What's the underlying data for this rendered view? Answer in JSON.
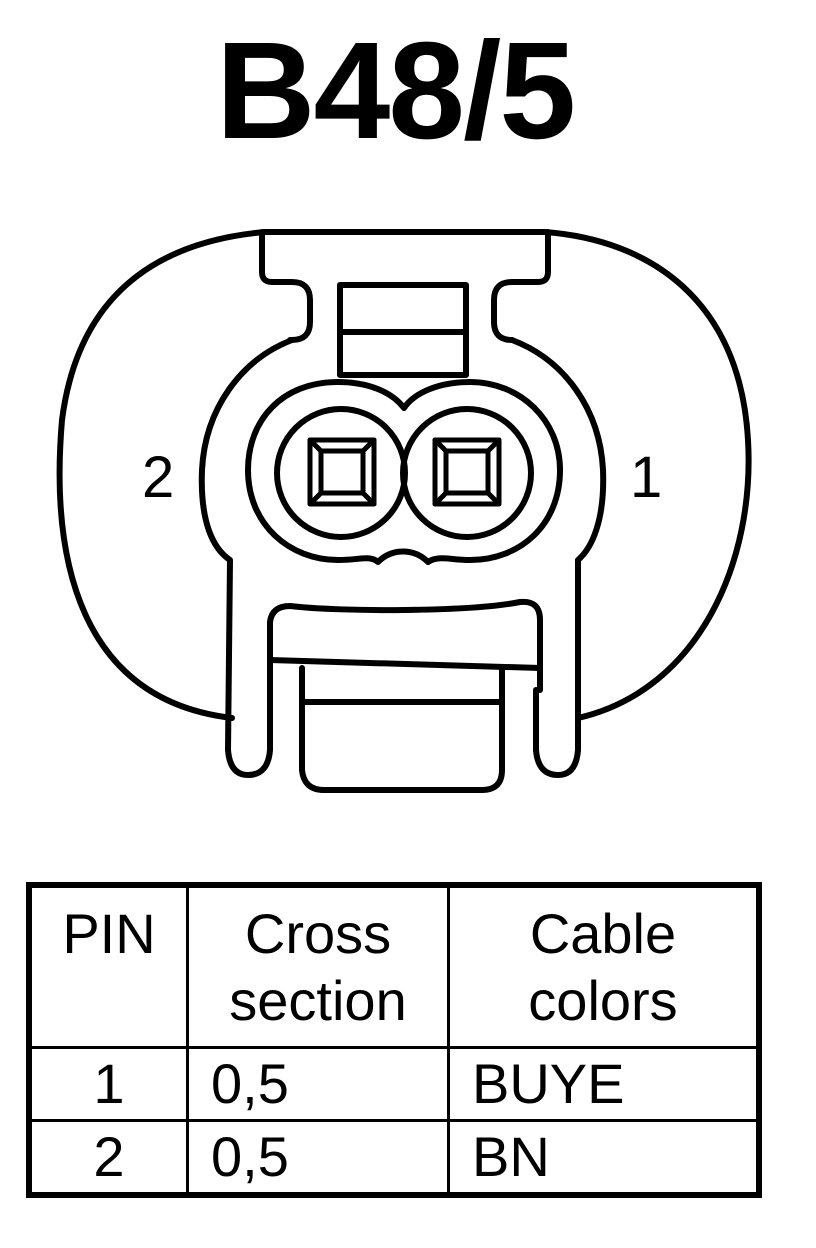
{
  "title": "B48/5",
  "connector": {
    "pin_left_label": "2",
    "pin_right_label": "1"
  },
  "table": {
    "headers": {
      "pin": "PIN",
      "cross_section_line1": "Cross",
      "cross_section_line2": "section",
      "cable_colors_line1": "Cable",
      "cable_colors_line2": "colors"
    },
    "rows": [
      {
        "pin": "1",
        "cross_section": "0,5",
        "cable_color": "BUYE"
      },
      {
        "pin": "2",
        "cross_section": "0,5",
        "cable_color": "BN"
      }
    ]
  }
}
